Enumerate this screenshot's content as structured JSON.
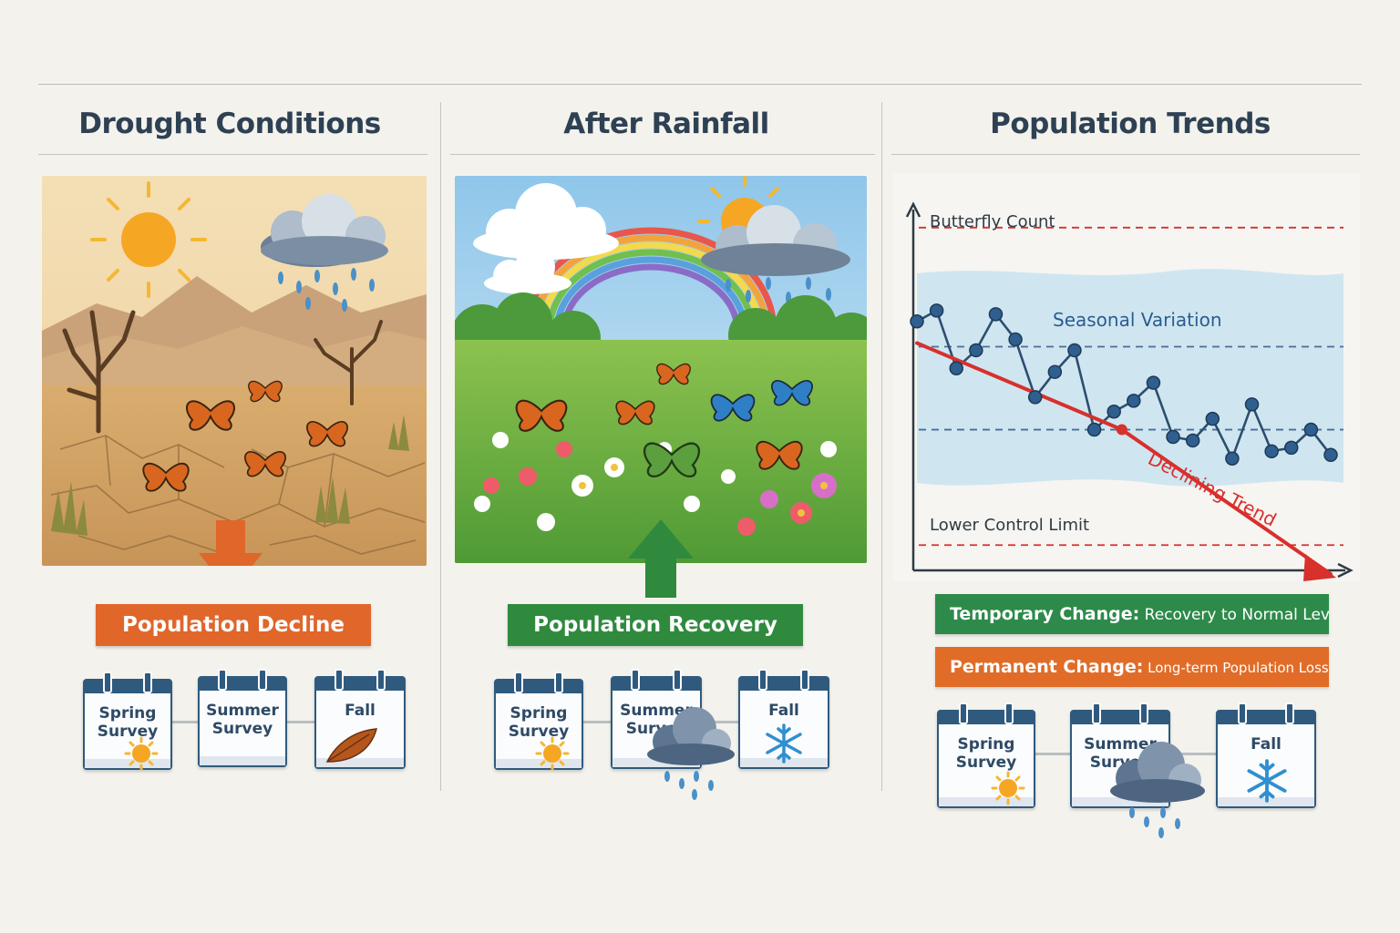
{
  "panels": [
    {
      "title": "Drought Conditions",
      "banner": "Population Decline",
      "surveys": [
        "Spring Survey",
        "Summer Survey",
        "Fall"
      ]
    },
    {
      "title": "After Rainfall",
      "banner": "Population Recovery",
      "surveys": [
        "Spring Survey",
        "Summer Survey",
        "Fall"
      ]
    },
    {
      "title": "Population Trends",
      "surveys": [
        "Spring Survey",
        "Summer Survey",
        "Fall"
      ]
    }
  ],
  "trend_chart": {
    "ylabel": "Butterfly Count",
    "band_label": "Seasonal Variation",
    "lower_limit_label": "Lower Control Limit",
    "trend_label": "Declining Trend"
  },
  "changes": {
    "temporary": {
      "label": "Temporary Change:",
      "text": "Recovery to Normal Levels"
    },
    "permanent": {
      "label": "Permanent Change:",
      "text": "Long-term Population Loss"
    }
  },
  "chart_data": {
    "type": "line",
    "title": "",
    "ylabel": "Butterfly Count",
    "xlabel": "",
    "ylim": [
      0,
      10
    ],
    "reference_lines": {
      "upper": 9.5,
      "center_upper": 6.2,
      "center_lower": 3.9,
      "lower_control_limit": 0.7
    },
    "series": [
      {
        "values": [
          6.9,
          7.2,
          5.6,
          6.1,
          7.1,
          6.4,
          4.8,
          5.5,
          6.1,
          3.9,
          4.4,
          4.7,
          5.2,
          3.7,
          3.6,
          4.2,
          3.1,
          4.6,
          3.3,
          3.4,
          3.9,
          3.2
        ]
      },
      {
        "name": "Declining Trend",
        "values": [
          6.3,
          3.9,
          -0.1
        ]
      }
    ],
    "x": [
      0,
      1,
      2,
      3,
      4,
      5,
      6,
      7,
      8,
      9,
      10,
      11,
      12,
      13,
      14,
      15,
      16,
      17,
      18,
      19,
      20,
      21
    ],
    "trend_x": [
      0,
      10.4,
      21
    ]
  },
  "colors": {
    "orange": "#e0662a",
    "green": "#2f8a3e",
    "temporary_bar": "#2e8a4a",
    "permanent_bar": "#e16c28",
    "series": "#2d4e6e",
    "trend": "#d8302c",
    "band": "#cfe6f1"
  },
  "icons": [
    "sun-icon",
    "rain-cloud-icon",
    "leaf-icon",
    "snowflake-icon",
    "rainbow-icon",
    "butterfly-icon",
    "arrow-down-icon",
    "arrow-up-icon"
  ]
}
